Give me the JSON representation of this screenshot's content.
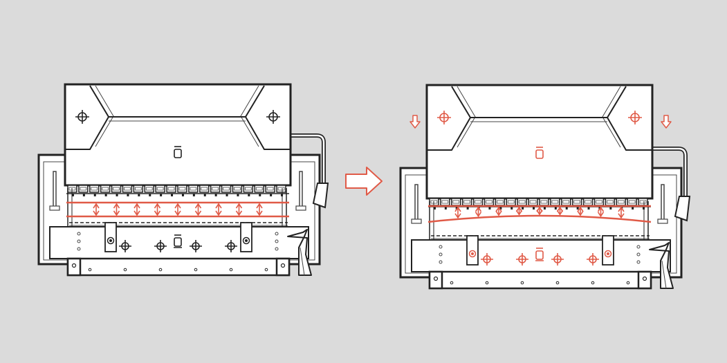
{
  "diagram": {
    "colors": {
      "background": "#dbdbdb",
      "machine_fill": "#ffffff",
      "outline": "#222222",
      "detail": "#444444",
      "accent": "#e05a47",
      "frame_shadow": "#f2f2f2"
    },
    "panels": [
      {
        "name": "press-brake-before",
        "state": "parallel-beam",
        "deflection_arrow_count": 9,
        "top_load_arrows": false,
        "crown_curve": false,
        "accent_marks": false
      },
      {
        "name": "press-brake-after",
        "state": "crowned-beam",
        "deflection_arrow_count": 9,
        "top_load_arrows": true,
        "crown_curve": true,
        "accent_marks": true
      }
    ],
    "connector": {
      "icon": "right-arrow-icon"
    },
    "tool_segment_count": 20
  }
}
